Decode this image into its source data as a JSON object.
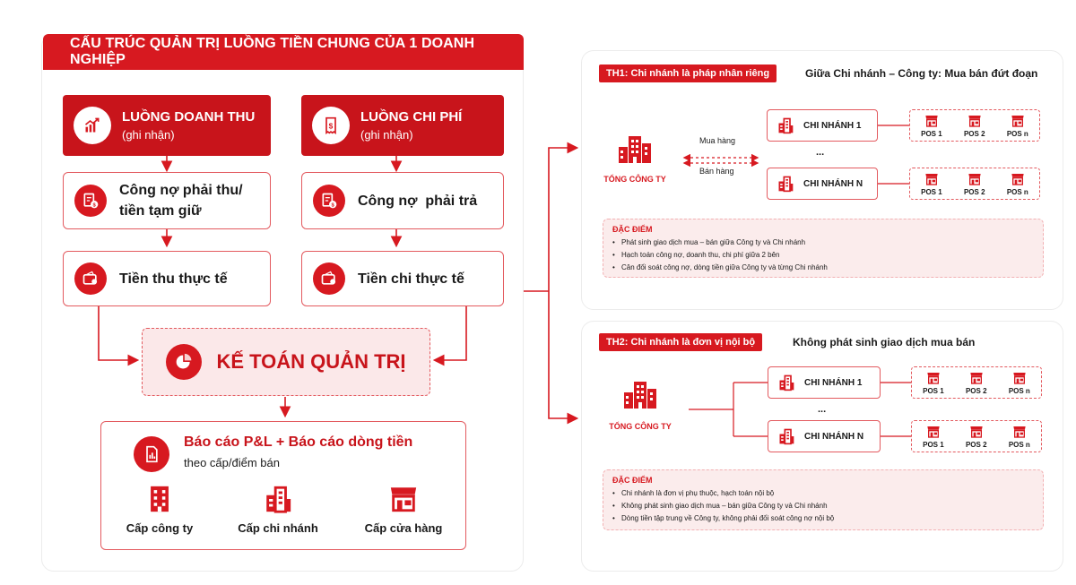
{
  "left": {
    "title": "CẤU TRÚC QUẢN TRỊ LUỒNG TIỀN CHUNG CỦA 1 DOANH NGHIỆP",
    "revenue": {
      "title": "LUỒNG DOANH THU",
      "sub": "(ghi nhận)",
      "icon": "chart-up-icon"
    },
    "cost": {
      "title": "LUỒNG CHI PHÍ",
      "sub": "(ghi nhận)",
      "icon": "receipt-dollar-icon"
    },
    "receivable": {
      "line1": "Công nợ phải thu/",
      "line2": "tiền tạm giữ",
      "icon": "invoice-dollar-icon"
    },
    "payable": {
      "label": "Công nợ  phải trả",
      "icon": "invoice-dollar-icon"
    },
    "cash_in": {
      "label": "Tiền thu thực tế",
      "icon": "wallet-icon"
    },
    "cash_out": {
      "label": "Tiền chi thực tế",
      "icon": "wallet-icon"
    },
    "center": {
      "label": "KẾ TOÁN QUẢN TRỊ",
      "icon": "pie-chart-icon"
    },
    "report": {
      "title": "Báo cáo P&L + Báo cáo dòng tiền",
      "sub": "theo cấp/điểm bán",
      "levels": [
        {
          "label": "Cấp công ty",
          "icon": "office-building-icon"
        },
        {
          "label": "Cấp chi nhánh",
          "icon": "branch-building-icon"
        },
        {
          "label": "Cấp cửa hàng",
          "icon": "store-icon"
        }
      ]
    }
  },
  "th1": {
    "tag": "TH1:  Chi nhánh là pháp nhân riêng",
    "title": "Giữa Chi nhánh – Công ty: Mua bán đứt đoạn",
    "hq": "TỔNG CÔNG TY",
    "buy": "Mua hàng",
    "sell": "Bán hàng",
    "branch1": "CHI NHÁNH 1",
    "branchN": "CHI NHÁNH N",
    "dots": "...",
    "pos": [
      "POS 1",
      "POS 2",
      "POS n"
    ],
    "note_title": "ĐẶC ĐIỂM",
    "notes": [
      "Phát sinh giao dịch mua – bán giữa Công ty và Chi nhánh",
      "Hạch toán công nợ, doanh thu, chi phí giữa 2 bên",
      "Cân đối soát công nợ, dòng tiền giữa Công ty và từng Chi nhánh"
    ]
  },
  "th2": {
    "tag": "TH2:  Chi nhánh là đơn vị nội bộ",
    "title": "Không phát sinh giao dịch mua bán",
    "hq": "TỔNG CÔNG TY",
    "branch1": "CHI NHÁNH 1",
    "branchN": "CHI NHÁNH N",
    "dots": "...",
    "pos": [
      "POS 1",
      "POS 2",
      "POS n"
    ],
    "note_title": "ĐẶC ĐIỂM",
    "notes": [
      "Chi nhánh là đơn vị phụ thuộc, hạch toán nội bộ",
      "Không phát sinh giao dịch mua – bán giữa Công ty và Chi nhánh",
      "Dòng tiền tập trung về Công ty, không phải đối soát công nợ nội bộ"
    ]
  },
  "colors": {
    "accent": "#d71920",
    "light": "#fbe8e9"
  }
}
